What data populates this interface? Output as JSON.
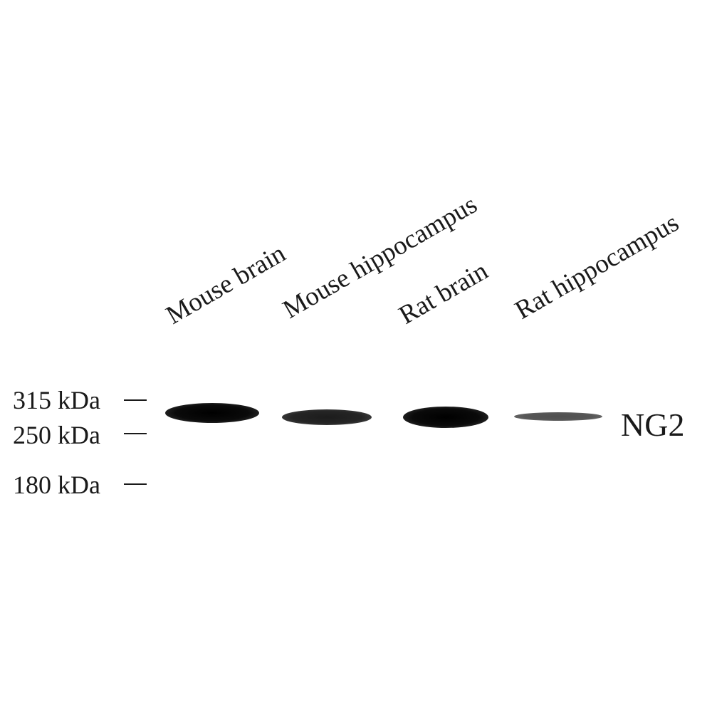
{
  "lanes": [
    {
      "label": "Mouse brain",
      "intensity": 1.0
    },
    {
      "label": "Mouse hippocampus",
      "intensity": 0.75
    },
    {
      "label": "Rat brain",
      "intensity": 1.0
    },
    {
      "label": "Rat hippocampus",
      "intensity": 0.3
    }
  ],
  "markers": [
    {
      "label": "315 kDa"
    },
    {
      "label": "250 kDa"
    },
    {
      "label": "180 kDa"
    }
  ],
  "protein": "NG2",
  "band_color": "#000000"
}
